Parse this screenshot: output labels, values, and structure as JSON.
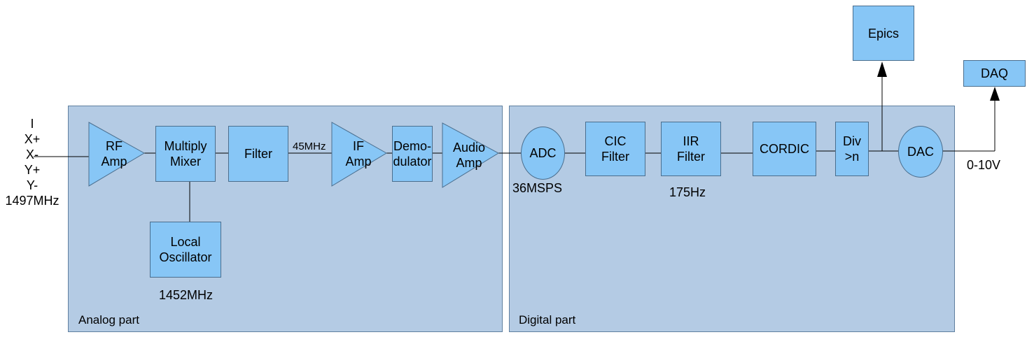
{
  "inputs": {
    "label": "I\nX+\nX-\nY+\nY-\n1497MHz"
  },
  "regions": {
    "analog": "Analog part",
    "digital": "Digital part"
  },
  "blocks": {
    "rf_amp": "RF\nAmp",
    "mixer": "Multiply\nMixer",
    "filter": "Filter",
    "local_osc": "Local\nOscillator",
    "if_amp": "IF\nAmp",
    "demodulator": "Demo-\ndulator",
    "audio_amp": "Audio\nAmp",
    "adc": "ADC",
    "cic": "CIC\nFilter",
    "iir": "IIR\nFilter",
    "cordic": "CORDIC",
    "div": "Div\n>n",
    "dac": "DAC",
    "epics": "Epics",
    "daq": "DAQ"
  },
  "annotations": {
    "if_freq": "45MHz",
    "lo_freq": "1452MHz",
    "adc_rate": "36MSPS",
    "iir_freq": "175Hz",
    "dac_range": "0-10V"
  },
  "colors": {
    "region_fill": "#b4cbe4",
    "block_fill": "#87c6f6",
    "border": "#4a6e8e",
    "wire": "#000000"
  }
}
